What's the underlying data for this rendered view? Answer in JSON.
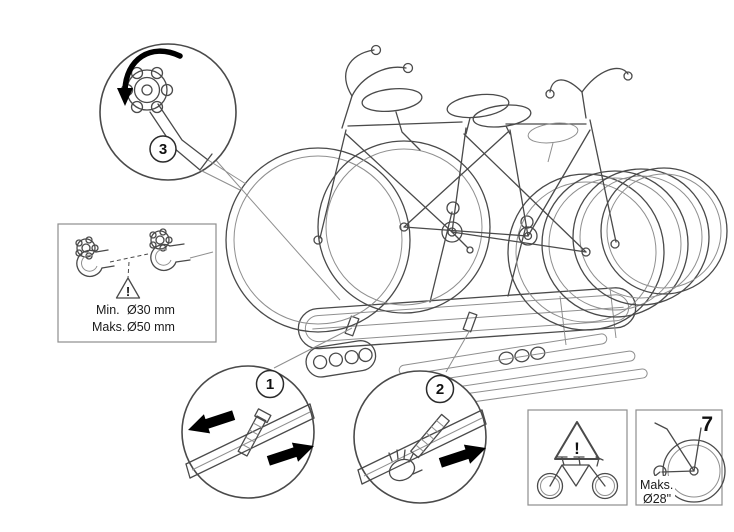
{
  "colors": {
    "line": "#4a4a4a",
    "soft": "#8f8f8f",
    "border": "#8e8e8e",
    "black": "#000000",
    "text": "#1a1a1a"
  },
  "callouts": {
    "step1": {
      "number": "1"
    },
    "step2": {
      "number": "2"
    },
    "step3": {
      "number": "3"
    }
  },
  "clamp_spec": {
    "min_label": "Min.",
    "min_value": "Ø30 mm",
    "max_label": "Maks.",
    "max_value": "Ø50 mm",
    "warning_mark": "!"
  },
  "safety_box": {
    "warning_mark": "!"
  },
  "wheel_box": {
    "step_number": "7",
    "max_label": "Maks.",
    "max_value": "Ø28\""
  }
}
